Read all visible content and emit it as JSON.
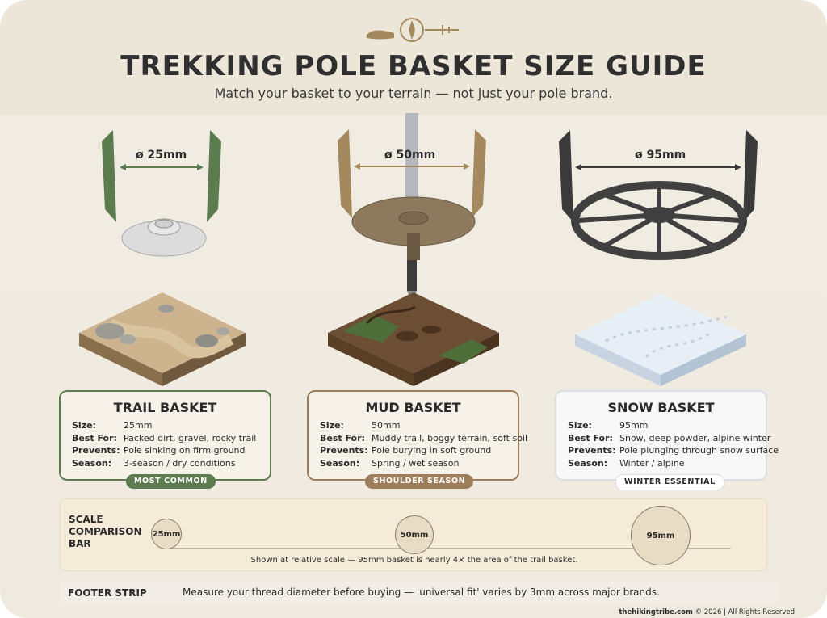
{
  "title": "TREKKING POLE BASKET SIZE GUIDE",
  "subtitle": "Match your basket to your terrain — not just your pole brand.",
  "colors": {
    "trail": "#5c7b4f",
    "mud": "#9d7d5a",
    "snow": "#d9dde4",
    "background": "#efeadf"
  },
  "icons": [
    "hiking-boot-compass-logo-icon",
    "caliper-icon",
    "trail-basket-icon",
    "mud-basket-icon",
    "snow-basket-icon",
    "rocky-terrain-icon",
    "mud-terrain-icon",
    "snow-terrain-icon"
  ],
  "baskets": [
    {
      "dimension": "ø 25mm",
      "name": "TRAIL BASKET",
      "size": "25mm",
      "best_for": "Packed dirt, gravel, rocky trail",
      "prevents": "Pole sinking on firm ground",
      "season": "3-season / dry conditions",
      "badge": "MOST COMMON"
    },
    {
      "dimension": "ø 50mm",
      "name": "MUD BASKET",
      "size": "50mm",
      "best_for": "Muddy trail, boggy terrain, soft soil",
      "prevents": "Pole burying in soft ground",
      "season": "Spring / wet season",
      "badge": "SHOULDER SEASON"
    },
    {
      "dimension": "ø 95mm",
      "name": "SNOW BASKET",
      "size": "95mm",
      "best_for": "Snow, deep powder, alpine winter",
      "prevents": "Pole plunging through snow surface",
      "season": "Winter / alpine",
      "badge": "WINTER ESSENTIAL"
    }
  ],
  "labels": {
    "size": "Size:",
    "best_for": "Best For:",
    "prevents": "Prevents:",
    "season": "Season:"
  },
  "scale": {
    "label_line1": "SCALE",
    "label_line2": "COMPARISON",
    "label_line3": "BAR",
    "circles": [
      "25mm",
      "50mm",
      "95mm"
    ],
    "note": "Shown at relative scale — 95mm basket is nearly 4× the area of the trail basket."
  },
  "footer": {
    "label": "FOOTER STRIP",
    "text": "Measure your thread diameter before buying — 'universal fit' varies by 3mm across major brands."
  },
  "credit": {
    "site": "thehikingtribe.com",
    "rest": " © 2026 | All Rights Reserved"
  }
}
